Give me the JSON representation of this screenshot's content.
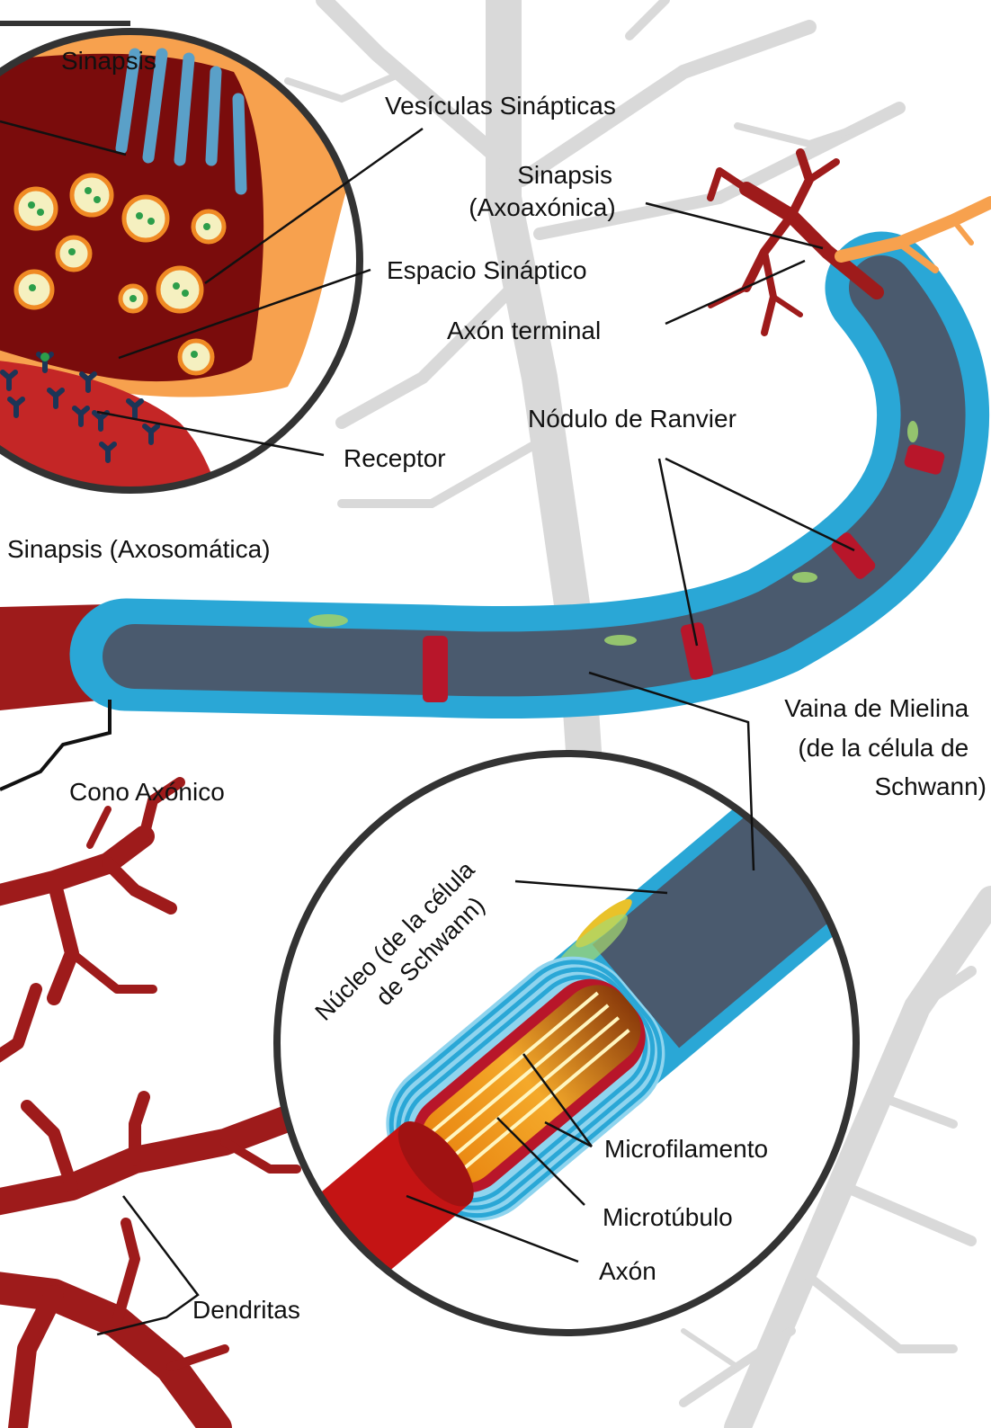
{
  "labels": {
    "sinapsis_top": "Sinapsis",
    "vesiculas": "Vesículas Sinápticas",
    "sinapsis_axoaxonica_1": "Sinapsis",
    "sinapsis_axoaxonica_2": "(Axoaxónica)",
    "espacio_sinaptico": "Espacio Sináptico",
    "axon_terminal": "Axón terminal",
    "nodulo_ranvier": "Nódulo de Ranvier",
    "receptor": "Receptor",
    "sinapsis_axosomatica": "Sinapsis (Axosomática)",
    "vaina_1": "Vaina de Mielina",
    "vaina_2": "(de la célula de",
    "vaina_3": "Schwann)",
    "cono_axonico": "Cono Axónico",
    "nucleo_1": "Núcleo (de la célula",
    "nucleo_2": "de Schwann)",
    "microfilamento": "Microfilamento",
    "microtubulo": "Microtúbulo",
    "axon": "Axón",
    "dendritas": "Dendritas"
  },
  "colors": {
    "dendrite_red": "#9e1b1b",
    "axon_core": "#4a5a6e",
    "myelin_blue": "#2aa7d6",
    "myelin_light": "#8fd4ee",
    "terminal_orange": "#f7a14e",
    "vesicle_fill": "#f5f0c0",
    "vesicle_ring": "#f08a24",
    "background_neuron": "#d7d7d7",
    "outline": "#333333"
  }
}
